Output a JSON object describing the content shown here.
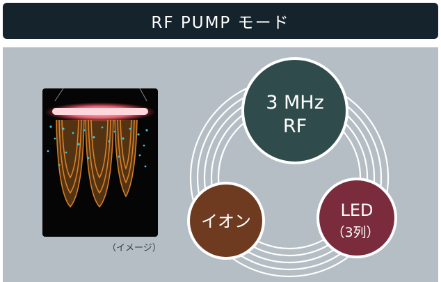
{
  "header": {
    "title": "RF PUMP モード"
  },
  "illustration": {
    "caption": "（イメージ）"
  },
  "diagram": {
    "top_circle": {
      "line1": "3 MHz",
      "line2": "RF",
      "color": "#2f4b4b"
    },
    "left_circle": {
      "label": "イオン",
      "color": "#6e3a20"
    },
    "right_circle": {
      "line1": "LED",
      "line2": "（3列）",
      "color": "#7a2c3c"
    }
  },
  "colors": {
    "header_bg": "#15232d",
    "panel_bg": "#b5bec5",
    "ring": "#ffffff"
  }
}
